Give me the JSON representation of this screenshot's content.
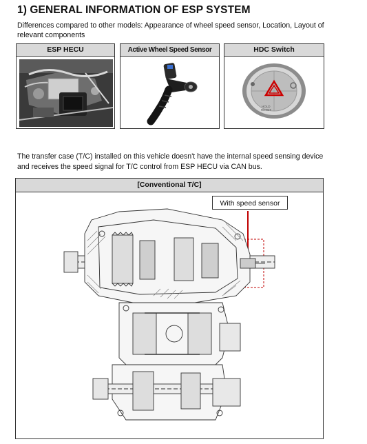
{
  "title": "1) GENERAL INFORMATION OF ESP SYSTEM",
  "intro": "Differences compared to other models: Appearance of wheel speed sensor, Location, Layout of relevant components",
  "panels": [
    {
      "label": "ESP HECU"
    },
    {
      "label": "Active Wheel Speed Sensor"
    },
    {
      "label": "HDC Switch"
    }
  ],
  "hdc_button_text": "HOLD\nRESET",
  "paragraph": "The transfer case (T/C) installed on this vehicle doesn't have the internal speed sensing device and receives the speed signal for T/C control from ESP HECU via CAN bus.",
  "diagram": {
    "header": "[Conventional T/C]",
    "callout": "With speed sensor",
    "callout_color": "#c00000"
  }
}
